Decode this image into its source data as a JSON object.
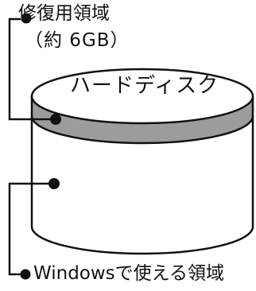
{
  "labels": {
    "recovery_area": "修復用領域",
    "recovery_size": "（約 6GB）",
    "disk": "ハードディスク",
    "windows_area": "Windowsで使える領域"
  },
  "colors": {
    "recovery_band": "#9c9c9c",
    "line": "#111111",
    "background": "#ffffff"
  }
}
